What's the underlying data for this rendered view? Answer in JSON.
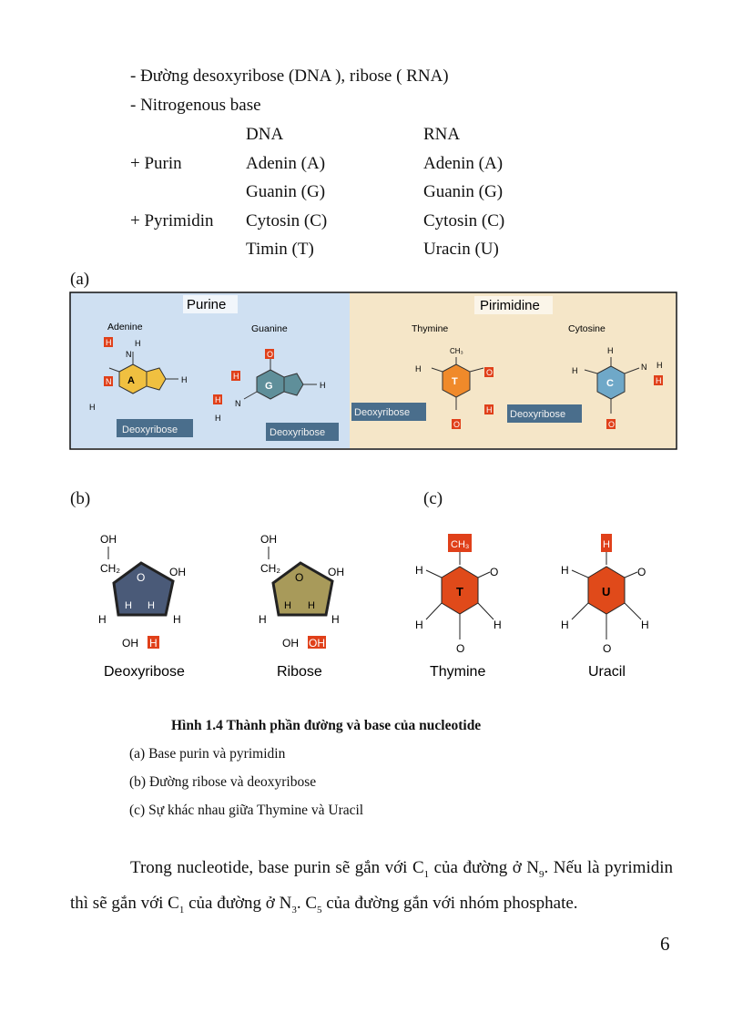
{
  "lines": {
    "sugar": "- Đường desoxyribose (DNA ), ribose ( RNA)",
    "base": "- Nitrogenous base"
  },
  "table": {
    "header_dna": "DNA",
    "header_rna": "RNA",
    "rows": [
      {
        "label": "+ Purin",
        "dna": "Adenin (A)",
        "rna": "Adenin (A)"
      },
      {
        "label": "",
        "dna": "Guanin (G)",
        "rna": "Guanin (G)"
      },
      {
        "label": "+ Pyrimidin",
        "dna": "Cytosin (C)",
        "rna": "Cytosin (C)"
      },
      {
        "label": "",
        "dna": "Timin (T)",
        "rna": "Uracin (U)"
      }
    ]
  },
  "figure": {
    "label_a": "(a)",
    "label_b": "(b)",
    "label_c": "(c)",
    "panel_a": {
      "purine_title": "Purine",
      "pyrimidine_title": "Pirimidine",
      "adenine": "Adenine",
      "guanine": "Guanine",
      "thymine": "Thymine",
      "cytosine": "Cytosine",
      "deoxyribose": "Deoxyribose",
      "ring_letters": [
        "A",
        "G",
        "T",
        "C"
      ],
      "colors": {
        "purine_bg": "#cfe0f2",
        "pyrimidine_bg": "#f5e6c8",
        "adenine": "#f0c040",
        "guanine": "#5f8f9a",
        "thymine": "#f08a2a",
        "cytosine": "#6fa8c8",
        "sugar_label_bg": "#4a6e8c",
        "highlight": "#e0401a"
      }
    },
    "panel_b": {
      "deoxyribose": "Deoxyribose",
      "ribose": "Ribose",
      "oh": "OH",
      "ch2": "CH₂",
      "o": "O",
      "h": "H",
      "colors": {
        "deoxyribose": "#4a5a78",
        "ribose": "#a89a5a"
      }
    },
    "panel_c": {
      "thymine": "Thymine",
      "uracil": "Uracil",
      "ch3": "CH₃",
      "t": "T",
      "u": "U",
      "colors": {
        "ring": "#e04a1a",
        "highlight": "#e0401a"
      }
    },
    "caption": "Hình 1.4 Thành phần đường và base của nucleotide",
    "sub_captions": [
      "(a) Base purin và pyrimidin",
      "(b) Đường ribose và deoxyribose",
      "(c) Sự khác nhau giữa Thymine và Uracil"
    ]
  },
  "paragraph": {
    "p1": "Trong nucleotide, base purin sẽ gắn với C",
    "s1": "1",
    "p2": " của đường ở N",
    "s2": "9",
    "p3": ". Nếu là pyrimidin thì sẽ gắn với C",
    "s3": "1",
    "p4": " của đường ở N",
    "s4": "3",
    "p5": ". C",
    "s5": "5",
    "p6": "  của đường gắn với nhóm phosphate."
  },
  "page_number": "6"
}
